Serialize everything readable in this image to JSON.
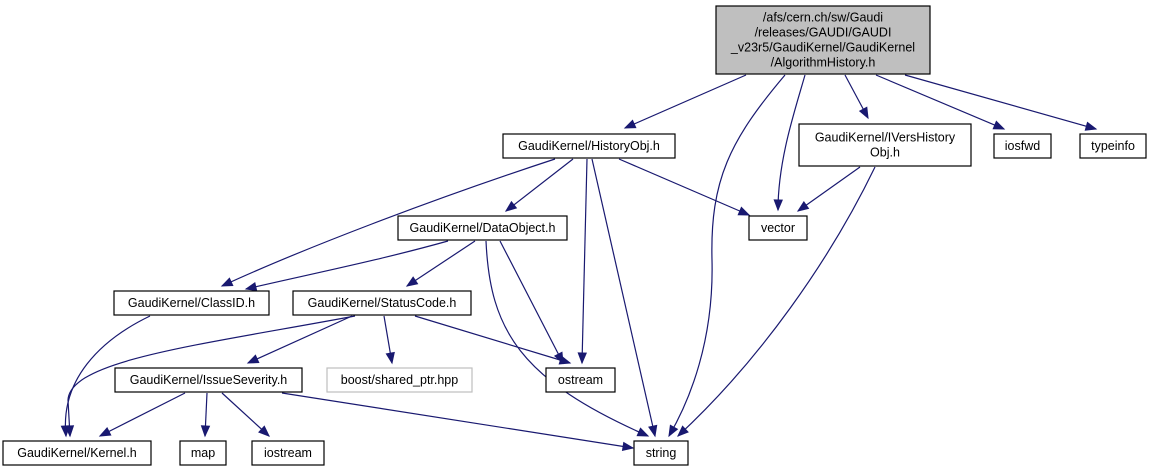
{
  "title": "Include dependency graph for AlgorithmHistory.h",
  "colors": {
    "edge": "#191970",
    "root_fill": "#bfbfbf",
    "node_border": "#000000",
    "external_border": "#bfbfbf"
  },
  "nodes": [
    {
      "id": "root",
      "lines": [
        "/afs/cern.ch/sw/Gaudi",
        "/releases/GAUDI/GAUDI",
        "_v23r5/GaudiKernel/GaudiKernel",
        "/AlgorithmHistory.h"
      ],
      "kind": "root"
    },
    {
      "id": "historyobj",
      "lines": [
        "GaudiKernel/HistoryObj.h"
      ],
      "kind": "normal"
    },
    {
      "id": "iversh",
      "lines": [
        "GaudiKernel/IVersHistory",
        "Obj.h"
      ],
      "kind": "normal"
    },
    {
      "id": "iosfwd",
      "lines": [
        "iosfwd"
      ],
      "kind": "normal"
    },
    {
      "id": "typeinfo",
      "lines": [
        "typeinfo"
      ],
      "kind": "normal"
    },
    {
      "id": "dataobject",
      "lines": [
        "GaudiKernel/DataObject.h"
      ],
      "kind": "normal"
    },
    {
      "id": "vector",
      "lines": [
        "vector"
      ],
      "kind": "normal"
    },
    {
      "id": "classid",
      "lines": [
        "GaudiKernel/ClassID.h"
      ],
      "kind": "normal"
    },
    {
      "id": "statuscode",
      "lines": [
        "GaudiKernel/StatusCode.h"
      ],
      "kind": "normal"
    },
    {
      "id": "issueseverity",
      "lines": [
        "GaudiKernel/IssueSeverity.h"
      ],
      "kind": "normal"
    },
    {
      "id": "boost",
      "lines": [
        "boost/shared_ptr.hpp"
      ],
      "kind": "external"
    },
    {
      "id": "ostream",
      "lines": [
        "ostream"
      ],
      "kind": "normal"
    },
    {
      "id": "kernel",
      "lines": [
        "GaudiKernel/Kernel.h"
      ],
      "kind": "normal"
    },
    {
      "id": "map",
      "lines": [
        "map"
      ],
      "kind": "normal"
    },
    {
      "id": "iostream",
      "lines": [
        "iostream"
      ],
      "kind": "normal"
    },
    {
      "id": "string",
      "lines": [
        "string"
      ],
      "kind": "normal"
    }
  ],
  "edges": [
    {
      "from": "root",
      "to": "historyobj"
    },
    {
      "from": "root",
      "to": "string"
    },
    {
      "from": "root",
      "to": "vector"
    },
    {
      "from": "root",
      "to": "iversh"
    },
    {
      "from": "root",
      "to": "iosfwd"
    },
    {
      "from": "root",
      "to": "typeinfo"
    },
    {
      "from": "historyobj",
      "to": "classid"
    },
    {
      "from": "historyobj",
      "to": "dataobject"
    },
    {
      "from": "historyobj",
      "to": "ostream"
    },
    {
      "from": "historyobj",
      "to": "string"
    },
    {
      "from": "historyobj",
      "to": "vector"
    },
    {
      "from": "iversh",
      "to": "vector"
    },
    {
      "from": "iversh",
      "to": "string"
    },
    {
      "from": "dataobject",
      "to": "classid"
    },
    {
      "from": "dataobject",
      "to": "statuscode"
    },
    {
      "from": "dataobject",
      "to": "ostream"
    },
    {
      "from": "dataobject",
      "to": "string"
    },
    {
      "from": "classid",
      "to": "kernel"
    },
    {
      "from": "statuscode",
      "to": "kernel"
    },
    {
      "from": "statuscode",
      "to": "issueseverity"
    },
    {
      "from": "statuscode",
      "to": "boost"
    },
    {
      "from": "statuscode",
      "to": "ostream"
    },
    {
      "from": "issueseverity",
      "to": "kernel"
    },
    {
      "from": "issueseverity",
      "to": "map"
    },
    {
      "from": "issueseverity",
      "to": "iostream"
    },
    {
      "from": "issueseverity",
      "to": "string"
    }
  ]
}
